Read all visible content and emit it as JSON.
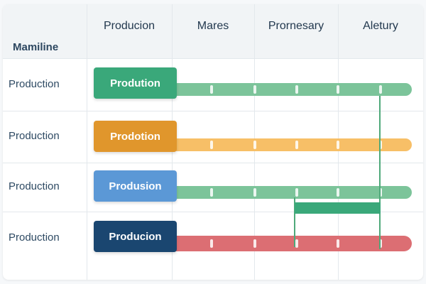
{
  "row_header": "Mamiline",
  "columns": [
    "Producion",
    "Mares",
    "Prornesary",
    "Aletury"
  ],
  "rows": [
    {
      "label": "Production",
      "task": "Prodution",
      "task_color": "#3aa87a",
      "track_color": "#7cc49a"
    },
    {
      "label": "Production",
      "task": "Prodotion",
      "task_color": "#e0962c",
      "track_color": "#f7bf67"
    },
    {
      "label": "Production",
      "task": "Produsion",
      "task_color": "#5b98d6",
      "track_color": "#7cc49a"
    },
    {
      "label": "Production",
      "task": "Producion",
      "task_color": "#1a4670",
      "track_color": "#dc6e73"
    }
  ],
  "colors": {
    "connector": "#4fa97a",
    "dependency_bar": "#3aa87a"
  }
}
